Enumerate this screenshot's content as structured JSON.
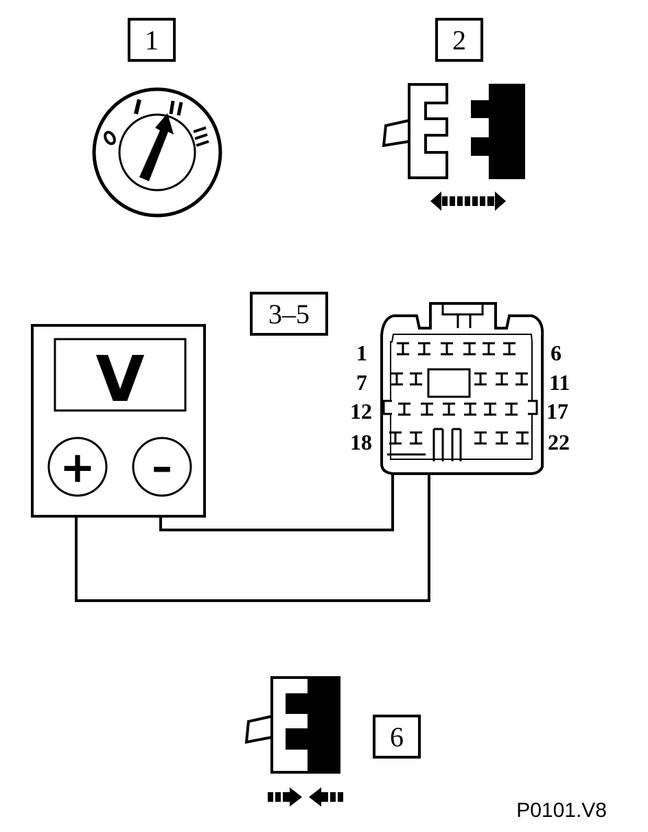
{
  "steps": {
    "step1": "1",
    "step2": "2",
    "step3_5": "3–5",
    "step6": "6"
  },
  "ignition_switch": {
    "positions": [
      "0",
      "I",
      "II",
      "III"
    ],
    "icon": "ignition-key-switch"
  },
  "voltmeter": {
    "display": "V",
    "positive_terminal": "+",
    "negative_terminal": "–"
  },
  "connector": {
    "pin_labels": {
      "row1_left": "1",
      "row1_right": "6",
      "row2_left": "7",
      "row2_right": "11",
      "row3_left": "12",
      "row3_right": "17",
      "row4_left": "18",
      "row4_right": "22"
    }
  },
  "reference_code": "P0101.V8"
}
